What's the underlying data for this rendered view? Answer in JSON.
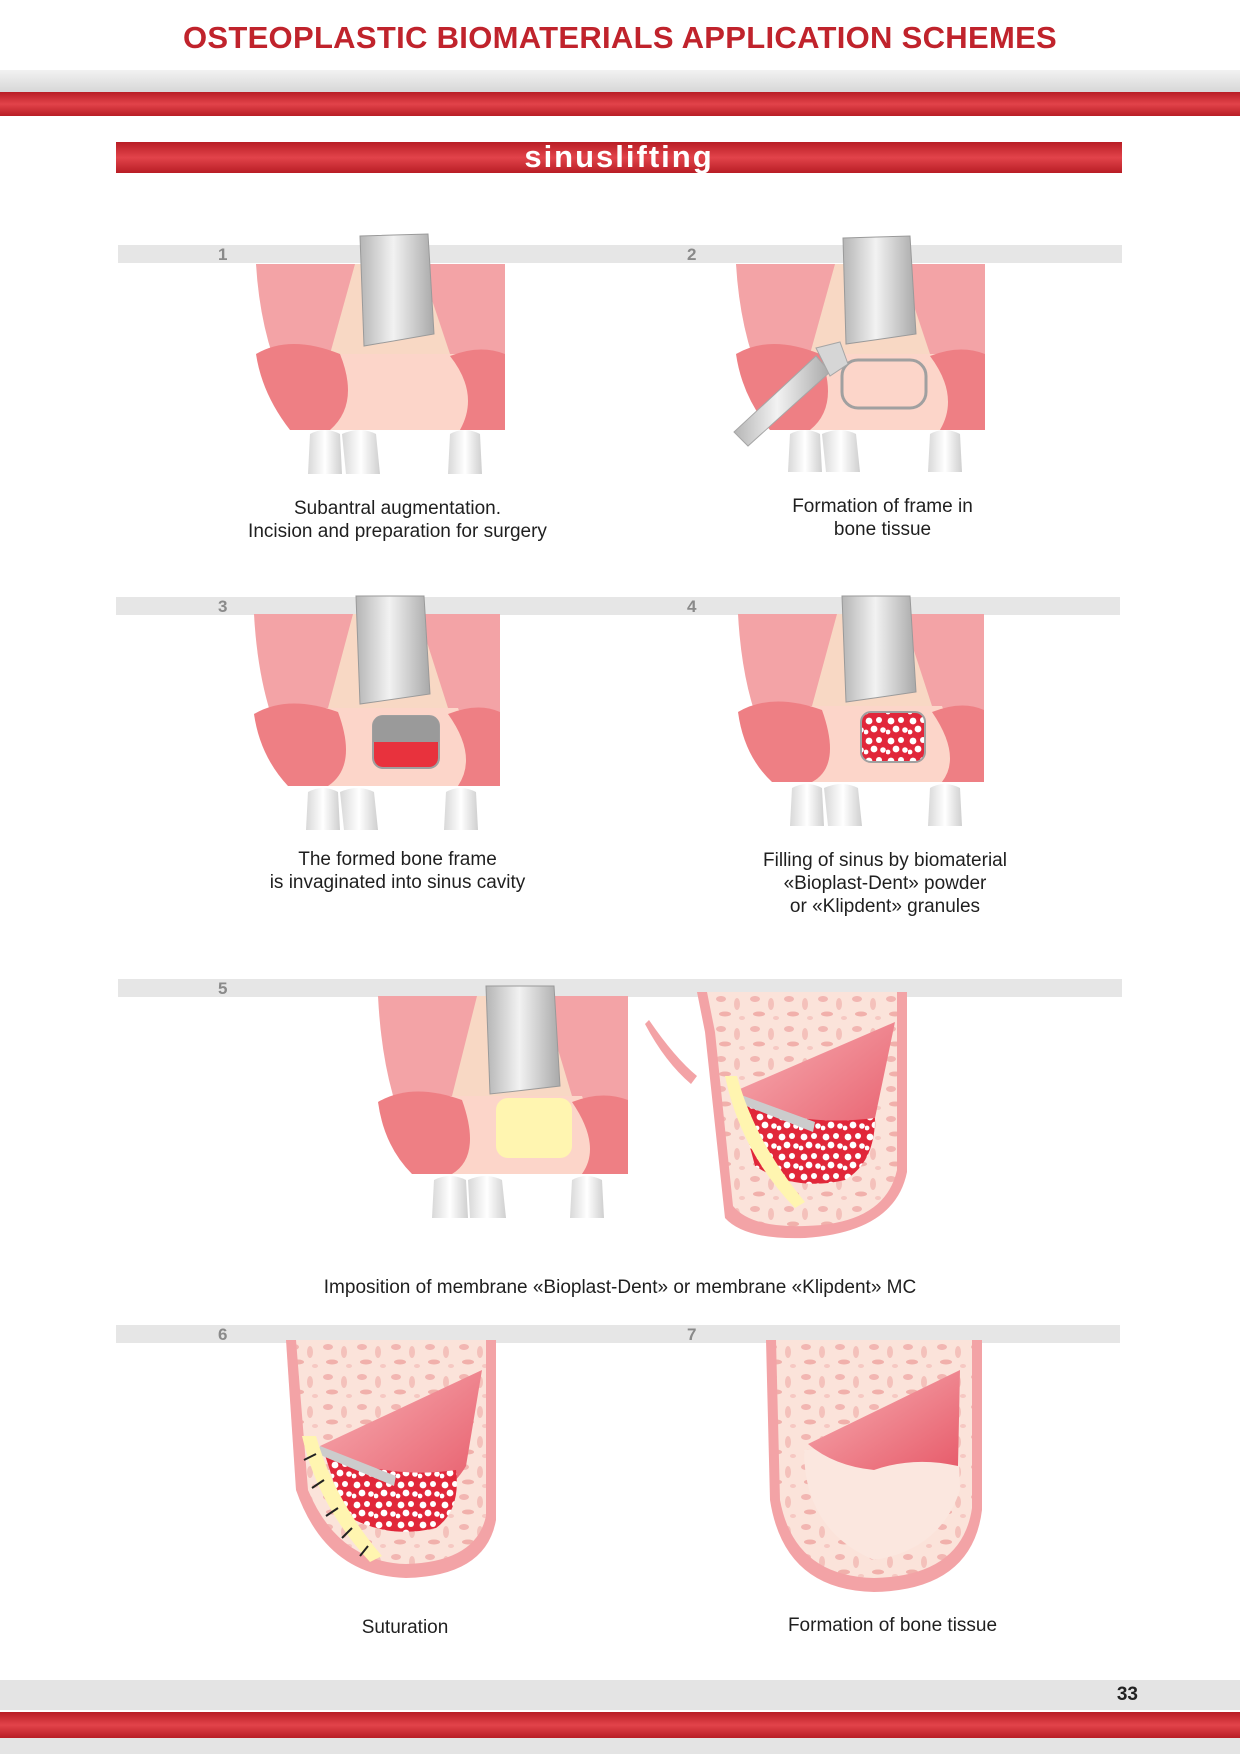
{
  "header": {
    "title": "OSTEOPLASTIC BIOMATERIALS APPLICATION SCHEMES",
    "section": "sinuslifting"
  },
  "colors": {
    "brand_red": "#cc2b33",
    "title_red": "#c0232c",
    "grey_bar": "#e6e6e6",
    "gum_pink": "#f3a3a6",
    "bone_peach": "#fcd5c9",
    "tooth_white": "#f4f4f4",
    "membrane_yellow": "#fff5b0",
    "granule_red": "#e53240"
  },
  "steps": [
    {
      "number": "1",
      "caption_lines": [
        "Subantral augmentation.",
        "Incision and preparation for surgery"
      ]
    },
    {
      "number": "2",
      "caption_lines": [
        "Formation of frame in",
        "bone tissue"
      ]
    },
    {
      "number": "3",
      "caption_lines": [
        "The formed bone frame",
        "is invaginated into sinus cavity"
      ]
    },
    {
      "number": "4",
      "caption_lines": [
        "Filling of sinus by biomaterial",
        "«Bioplast-Dent» powder",
        "or «Klipdent» granules"
      ]
    },
    {
      "number": "5",
      "caption_lines": [
        "Imposition of membrane «Bioplast-Dent» or membrane «Klipdent» MC"
      ]
    },
    {
      "number": "6",
      "caption_lines": [
        "Suturation"
      ]
    },
    {
      "number": "7",
      "caption_lines": [
        "Formation of bone tissue"
      ]
    }
  ],
  "footer": {
    "page_number": "33"
  }
}
